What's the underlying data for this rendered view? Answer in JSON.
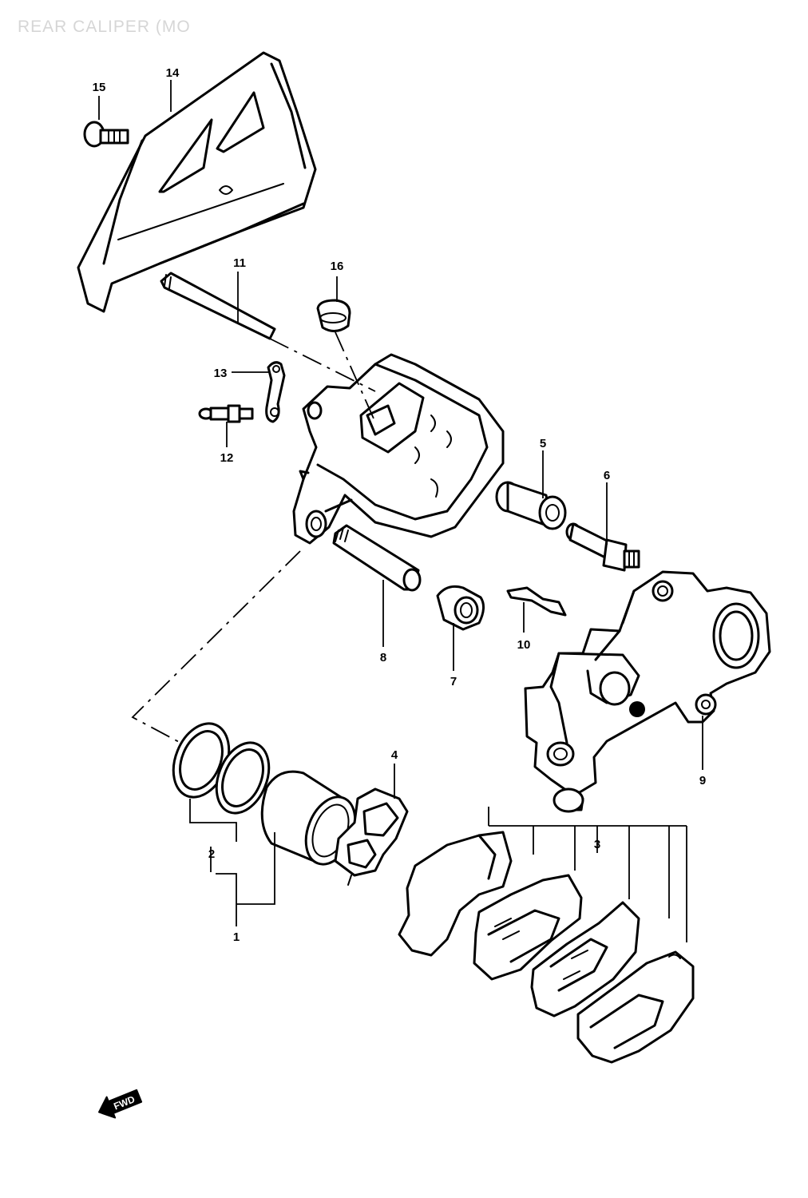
{
  "title": "REAR CALIPER (MO",
  "callouts": {
    "c1": "1",
    "c2": "2",
    "c3": "3",
    "c4": "4",
    "c5": "5",
    "c6": "6",
    "c7": "7",
    "c8": "8",
    "c9": "9",
    "c10": "10",
    "c11": "11",
    "c12": "12",
    "c13": "13",
    "c14": "14",
    "c15": "15",
    "c16": "16"
  },
  "direction_marker": {
    "label": "FWD",
    "icon": "forward-arrow-icon"
  }
}
